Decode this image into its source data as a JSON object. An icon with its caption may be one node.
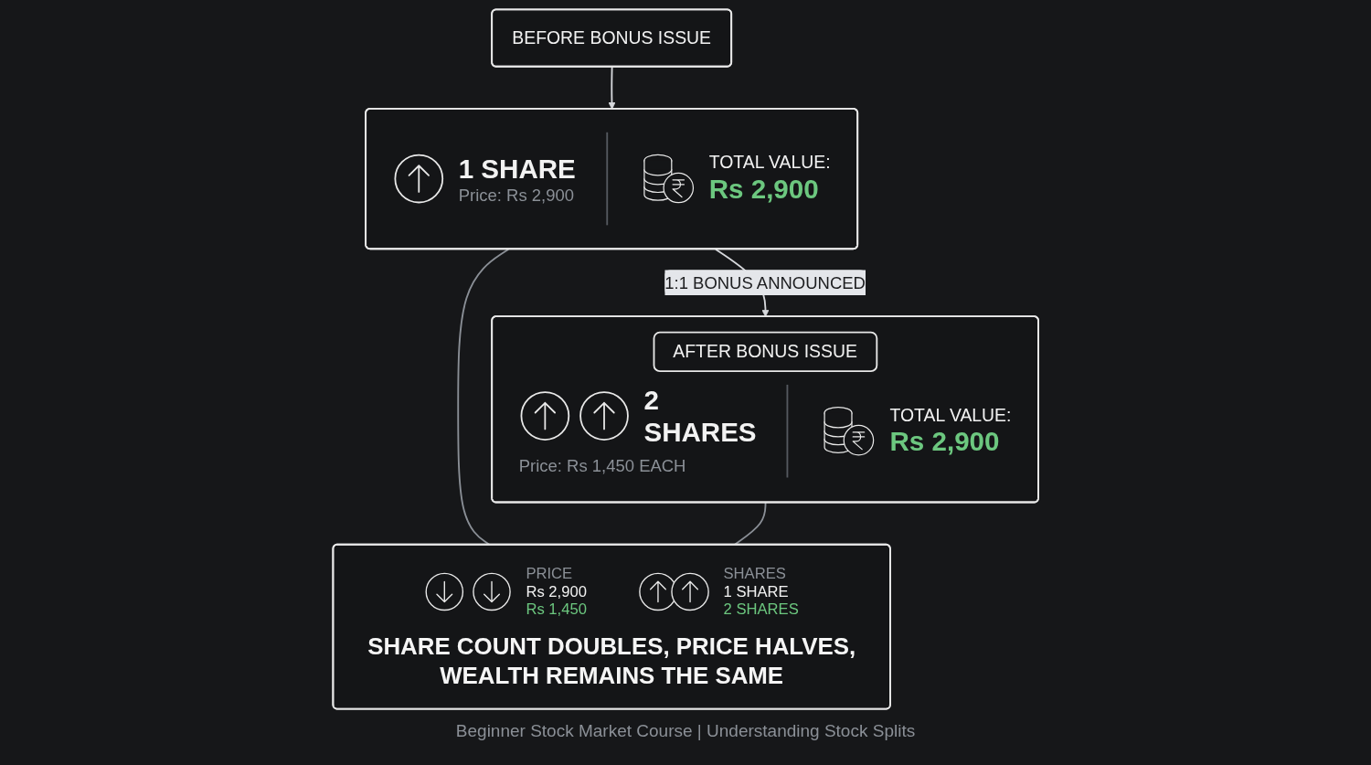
{
  "diagram": {
    "caption": "Beginner Stock Market Course | Understanding Stock Splits",
    "nodes": [
      {
        "text": [
          "BEFORE BONUS ISSUE"
        ]
      },
      {
        "text": [
          "1 SHARE",
          "Price: Rs 2,900",
          "TOTAL VALUE:",
          "Rs 2,900"
        ]
      },
      {
        "text": [
          "AFTER BONUS ISSUE",
          "2 SHARES",
          "Price: Rs 1,450 EACH",
          "TOTAL VALUE:",
          "Rs 2,900"
        ]
      },
      {
        "text": [
          "PRICE",
          "Rs 2,900",
          "Rs 1,450",
          "SHARES",
          "1 SHARE",
          "2 SHARES",
          "SHARE COUNT DOUBLES, PRICE HALVES, WEALTH REMAINS THE SAME"
        ]
      }
    ],
    "edges": [
      {
        "from": 0,
        "to": 1,
        "arrow": "to"
      },
      {
        "from": 1,
        "to": 2,
        "arrow": "to",
        "label": "1:1 BONUS ANNOUNCED"
      },
      {
        "from": 1,
        "to": 3,
        "arrow": "none",
        "color": "#8a8f96"
      },
      {
        "from": 2,
        "to": 3,
        "arrow": "none",
        "color": "#8a8f96"
      }
    ]
  }
}
